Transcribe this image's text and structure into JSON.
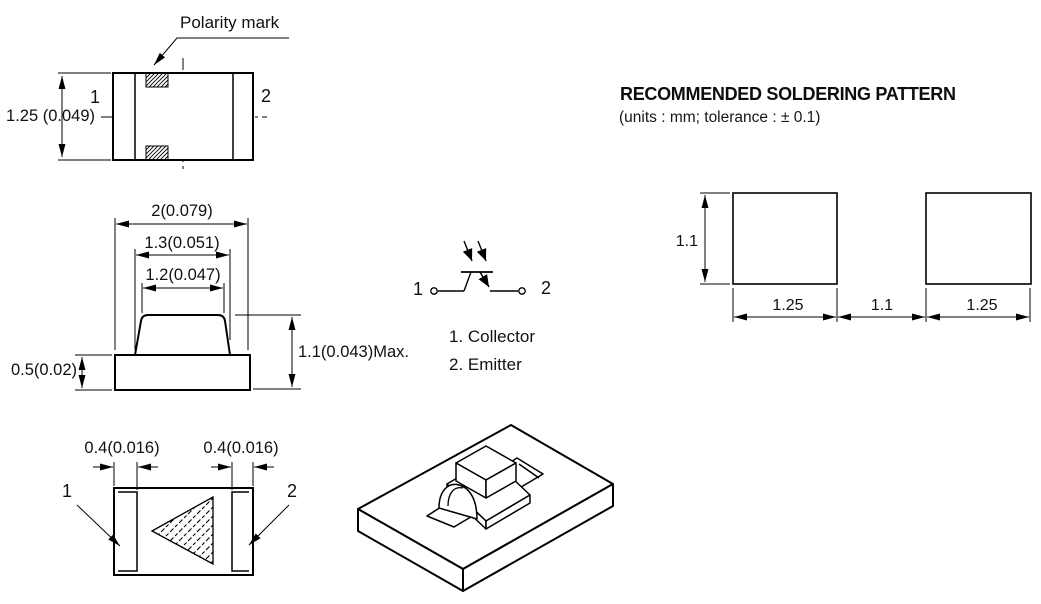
{
  "colors": {
    "line": "#000000",
    "background": "#ffffff",
    "text": "#111111"
  },
  "top_view": {
    "polarity_label": "Polarity mark",
    "pin1": "1",
    "pin2": "2",
    "height_dim": "1.25 (0.049)"
  },
  "side_view": {
    "overall_width_dim": "2(0.079)",
    "lens_base_dim": "1.3(0.051)",
    "lens_top_dim": "1.2(0.047)",
    "overall_height_dim": "1.1(0.043)Max.",
    "base_height_dim": "0.5(0.02)"
  },
  "bottom_view": {
    "pin1": "1",
    "pin2": "2",
    "left_electrode_dim": "0.4(0.016)",
    "right_electrode_dim": "0.4(0.016)"
  },
  "schematic": {
    "pin1": "1",
    "pin2": "2",
    "legend_collector": "1. Collector",
    "legend_emitter": "2. Emitter"
  },
  "soldering_pattern": {
    "title": "RECOMMENDED SOLDERING PATTERN",
    "subtitle": "(units : mm; tolerance : ± 0.1)",
    "pad_height_dim": "1.1",
    "left_pad_width_dim": "1.25",
    "gap_dim": "1.1",
    "right_pad_width_dim": "1.25"
  }
}
